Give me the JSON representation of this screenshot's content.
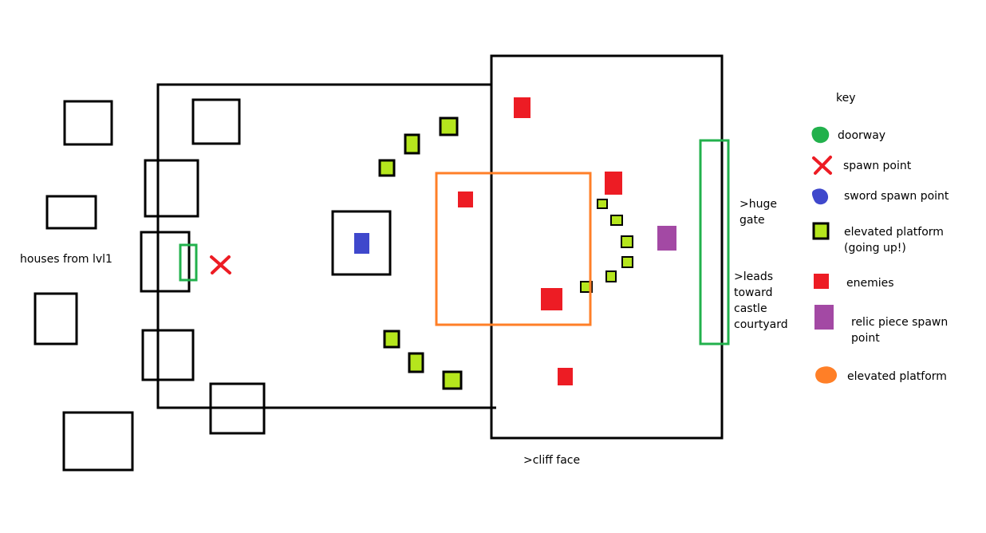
{
  "labels": {
    "houses": "houses from lvl1",
    "gate": ">huge\ngate",
    "leads": ">leads\ntoward\ncastle\ncourtyard",
    "cliff": ">cliff face"
  },
  "key": {
    "title": "key",
    "items": [
      {
        "id": "doorway",
        "label": "doorway",
        "symbol": "green-blob"
      },
      {
        "id": "spawn",
        "label": "spawn point",
        "symbol": "red-x"
      },
      {
        "id": "sword",
        "label": "sword spawn point",
        "symbol": "blue-blob"
      },
      {
        "id": "platform",
        "label": "elevated platform\n(going up!)",
        "symbol": "lime-square"
      },
      {
        "id": "enemies",
        "label": "enemies",
        "symbol": "red-square"
      },
      {
        "id": "relic",
        "label": "relic piece spawn\npoint",
        "symbol": "purple-rect"
      },
      {
        "id": "elevated",
        "label": "elevated platform",
        "symbol": "orange-blob"
      }
    ]
  },
  "colors": {
    "outline": "#000000",
    "doorway": "#22b14c",
    "spawn": "#ed1c24",
    "sword": "#3f48cc",
    "step": "#b5e61d",
    "enemy": "#ed1c24",
    "relic": "#a349a4",
    "platform": "#ff7f27"
  }
}
